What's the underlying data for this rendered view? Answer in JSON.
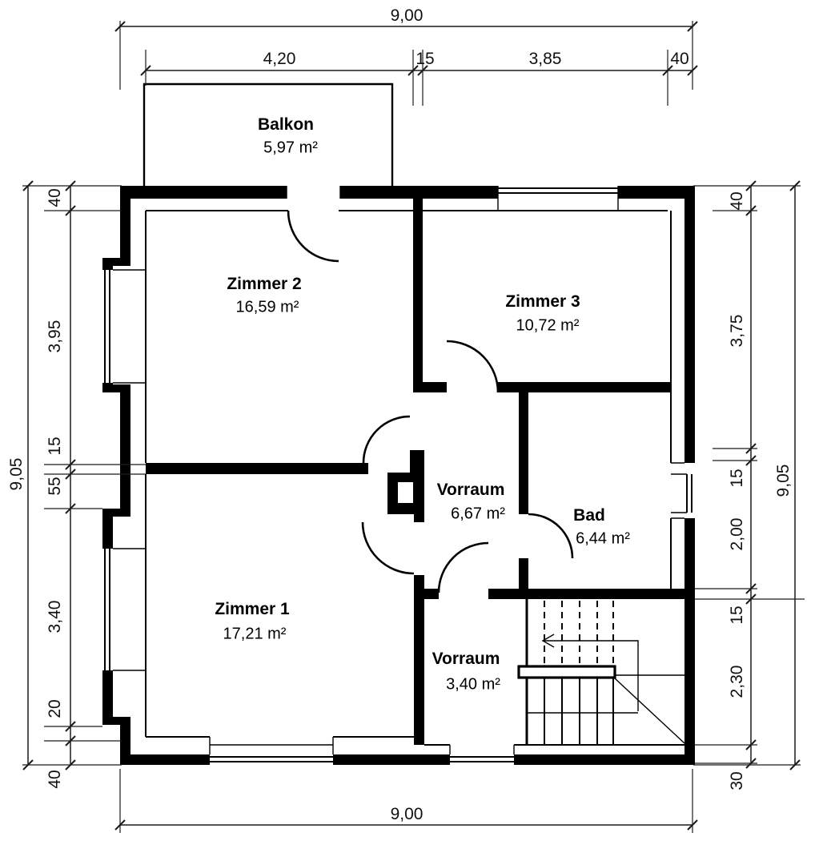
{
  "rooms": {
    "balkon": {
      "name": "Balkon",
      "area": "5,97 m²"
    },
    "zimmer2": {
      "name": "Zimmer 2",
      "area": "16,59 m²"
    },
    "zimmer3": {
      "name": "Zimmer 3",
      "area": "10,72 m²"
    },
    "vorraum_og": {
      "name": "Vorraum",
      "area": "6,67 m²"
    },
    "bad": {
      "name": "Bad",
      "area": "6,44 m²"
    },
    "zimmer1": {
      "name": "Zimmer 1",
      "area": "17,21 m²"
    },
    "vorraum_eg": {
      "name": "Vorraum",
      "area": "3,40 m²"
    }
  },
  "dimensions": {
    "top": {
      "overall": "9,00",
      "chain": [
        "4,20",
        "15",
        "3,85",
        "40"
      ]
    },
    "bottom": {
      "overall": "9,00"
    },
    "left": {
      "overall": "9,05",
      "chain": [
        "40",
        "3,95",
        "15",
        "55",
        "3,40",
        "20",
        "40"
      ]
    },
    "right": {
      "overall": "9,05",
      "chain": [
        "40",
        "3,75",
        "15",
        "2,00",
        "15",
        "2,30",
        "30"
      ]
    }
  },
  "colors": {
    "line": "#000000",
    "dim_line": "#1c1c1c",
    "background": "#ffffff"
  }
}
